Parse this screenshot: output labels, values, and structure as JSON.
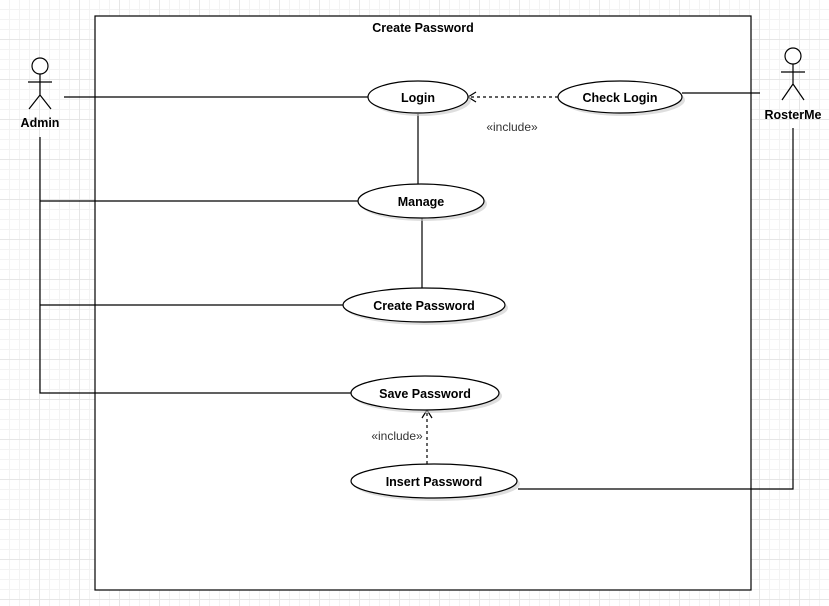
{
  "system": {
    "title": "Create Password"
  },
  "actors": {
    "admin": "Admin",
    "rosterme": "RosterMe"
  },
  "use_cases": {
    "login": "Login",
    "check_login": "Check Login",
    "manage": "Manage",
    "create_password": "Create Password",
    "save_password": "Save Password",
    "insert_password": "Insert Password"
  },
  "relations": {
    "include_1": "«include»",
    "include_2": "«include»"
  }
}
